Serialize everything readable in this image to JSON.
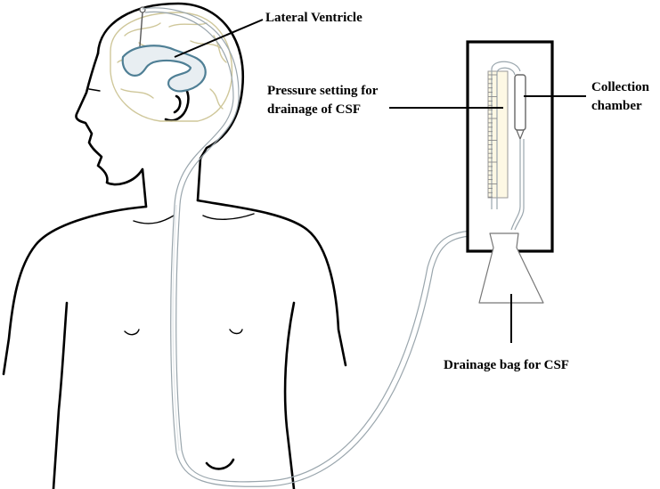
{
  "labels": {
    "lateral_ventricle": "Lateral Ventricle",
    "pressure_line1": "Pressure setting for",
    "pressure_line2": "drainage of CSF",
    "collection_line1": "Collection",
    "collection_line2": "chamber",
    "drainage_bag": "Drainage bag for CSF"
  },
  "colors": {
    "outline": "#000000",
    "brain": "#cfc79a",
    "ventricle": "#4f7f95",
    "tube": "#9aa6ad",
    "scale_fill": "#fdf8e4"
  }
}
